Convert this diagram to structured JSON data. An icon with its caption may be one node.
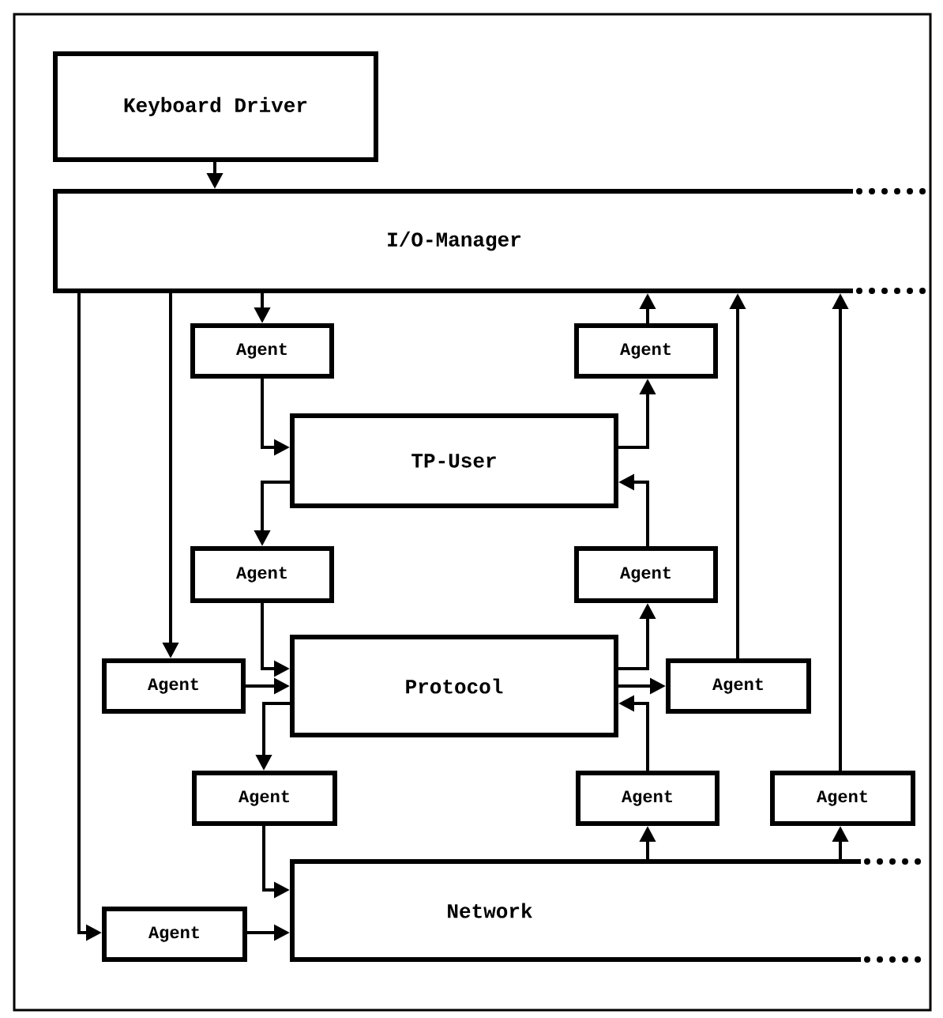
{
  "diagram": {
    "nodes": [
      {
        "text": [
          "Keyboard Driver"
        ]
      },
      {
        "text": [
          "I/O-Manager"
        ]
      },
      {
        "text": [
          "Agent"
        ]
      },
      {
        "text": [
          "Agent"
        ]
      },
      {
        "text": [
          "TP-User"
        ]
      },
      {
        "text": [
          "Agent"
        ]
      },
      {
        "text": [
          "Agent"
        ]
      },
      {
        "text": [
          "Agent"
        ]
      },
      {
        "text": [
          "Protocol"
        ]
      },
      {
        "text": [
          "Agent"
        ]
      },
      {
        "text": [
          "Agent"
        ]
      },
      {
        "text": [
          "Agent"
        ]
      },
      {
        "text": [
          "Agent"
        ]
      },
      {
        "text": [
          "Network"
        ]
      },
      {
        "text": [
          "Agent"
        ]
      }
    ],
    "edges": [
      {
        "from": 0,
        "to": 1,
        "arrow": "to"
      },
      {
        "from": 1,
        "to": 2,
        "arrow": "to"
      },
      {
        "from": 3,
        "to": 1,
        "arrow": "to"
      },
      {
        "from": 2,
        "to": 4,
        "arrow": "to"
      },
      {
        "from": 4,
        "to": 3,
        "arrow": "to"
      },
      {
        "from": 4,
        "to": 5,
        "arrow": "to"
      },
      {
        "from": 6,
        "to": 4,
        "arrow": "to"
      },
      {
        "from": 5,
        "to": 8,
        "arrow": "to"
      },
      {
        "from": 8,
        "to": 6,
        "arrow": "to"
      },
      {
        "from": 1,
        "to": 7,
        "arrow": "to"
      },
      {
        "from": 7,
        "to": 8,
        "arrow": "to"
      },
      {
        "from": 8,
        "to": 9,
        "arrow": "to"
      },
      {
        "from": 9,
        "to": 1,
        "arrow": "to"
      },
      {
        "from": 8,
        "to": 10,
        "arrow": "to"
      },
      {
        "from": 11,
        "to": 8,
        "arrow": "to"
      },
      {
        "from": 13,
        "to": 11,
        "arrow": "to"
      },
      {
        "from": 13,
        "to": 12,
        "arrow": "to"
      },
      {
        "from": 12,
        "to": 1,
        "arrow": "to"
      },
      {
        "from": 10,
        "to": 13,
        "arrow": "to"
      },
      {
        "from": 1,
        "to": 14,
        "arrow": "to"
      },
      {
        "from": 14,
        "to": 13,
        "arrow": "to"
      }
    ]
  }
}
